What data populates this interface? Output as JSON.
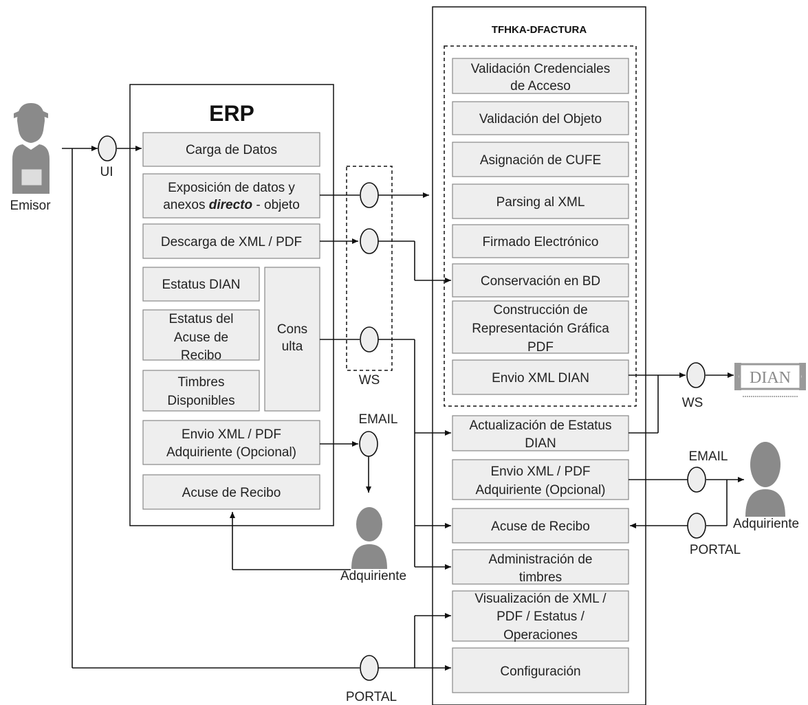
{
  "erp": {
    "title": "ERP",
    "items": {
      "carga": [
        "Carga de Datos"
      ],
      "exposicion_line2_pre": "anexos ",
      "exposicion_line2_bold": "directo",
      "exposicion_line2_post": " - objeto",
      "exposicion_line1": "Exposición de datos y",
      "descarga": [
        "Descarga de XML / PDF"
      ],
      "estatus_dian": [
        "Estatus DIAN"
      ],
      "estatus_acuse": [
        "Estatus del",
        "Acuse de",
        "Recibo"
      ],
      "timbres": [
        "Timbres",
        "Disponibles"
      ],
      "consulta": [
        "Cons",
        "ulta"
      ],
      "envio": [
        "Envio XML / PDF",
        "Adquiriente (Opcional)"
      ],
      "acuse": [
        "Acuse de Recibo"
      ]
    }
  },
  "tfhka": {
    "title": "TFHKA-DFACTURA",
    "inner": [
      [
        "Validación Credenciales",
        "de Acceso"
      ],
      [
        "Validación del Objeto"
      ],
      [
        "Asignación de CUFE"
      ],
      [
        "Parsing al XML"
      ],
      [
        "Firmado Electrónico"
      ],
      [
        "Conservación en BD"
      ],
      [
        "Construcción de",
        "Representación Gráfica",
        "PDF"
      ],
      [
        "Envio XML DIAN"
      ]
    ],
    "outer": [
      [
        "Actualización de Estatus",
        "DIAN"
      ],
      [
        "Envio XML / PDF",
        "Adquiriente (Opcional)"
      ],
      [
        "Acuse de Recibo"
      ],
      [
        "Administración de",
        "timbres"
      ],
      [
        "Visualización de XML /",
        "PDF / Estatus /",
        "Operaciones"
      ],
      [
        "Configuración"
      ]
    ]
  },
  "labels": {
    "emisor": "Emisor",
    "ui": "UI",
    "ws_left": "WS",
    "ws_right": "WS",
    "email_left": "EMAIL",
    "email_right": "EMAIL",
    "portal_bottom": "PORTAL",
    "portal_right": "PORTAL",
    "adquiriente_left": "Adquiriente",
    "adquiriente_right": "Adquiriente",
    "dian_logo": "DIAN"
  },
  "colors": {
    "box_fill": "#eeeeee",
    "box_stroke": "#888888",
    "line": "#111111",
    "person": "#8a8a8a"
  }
}
